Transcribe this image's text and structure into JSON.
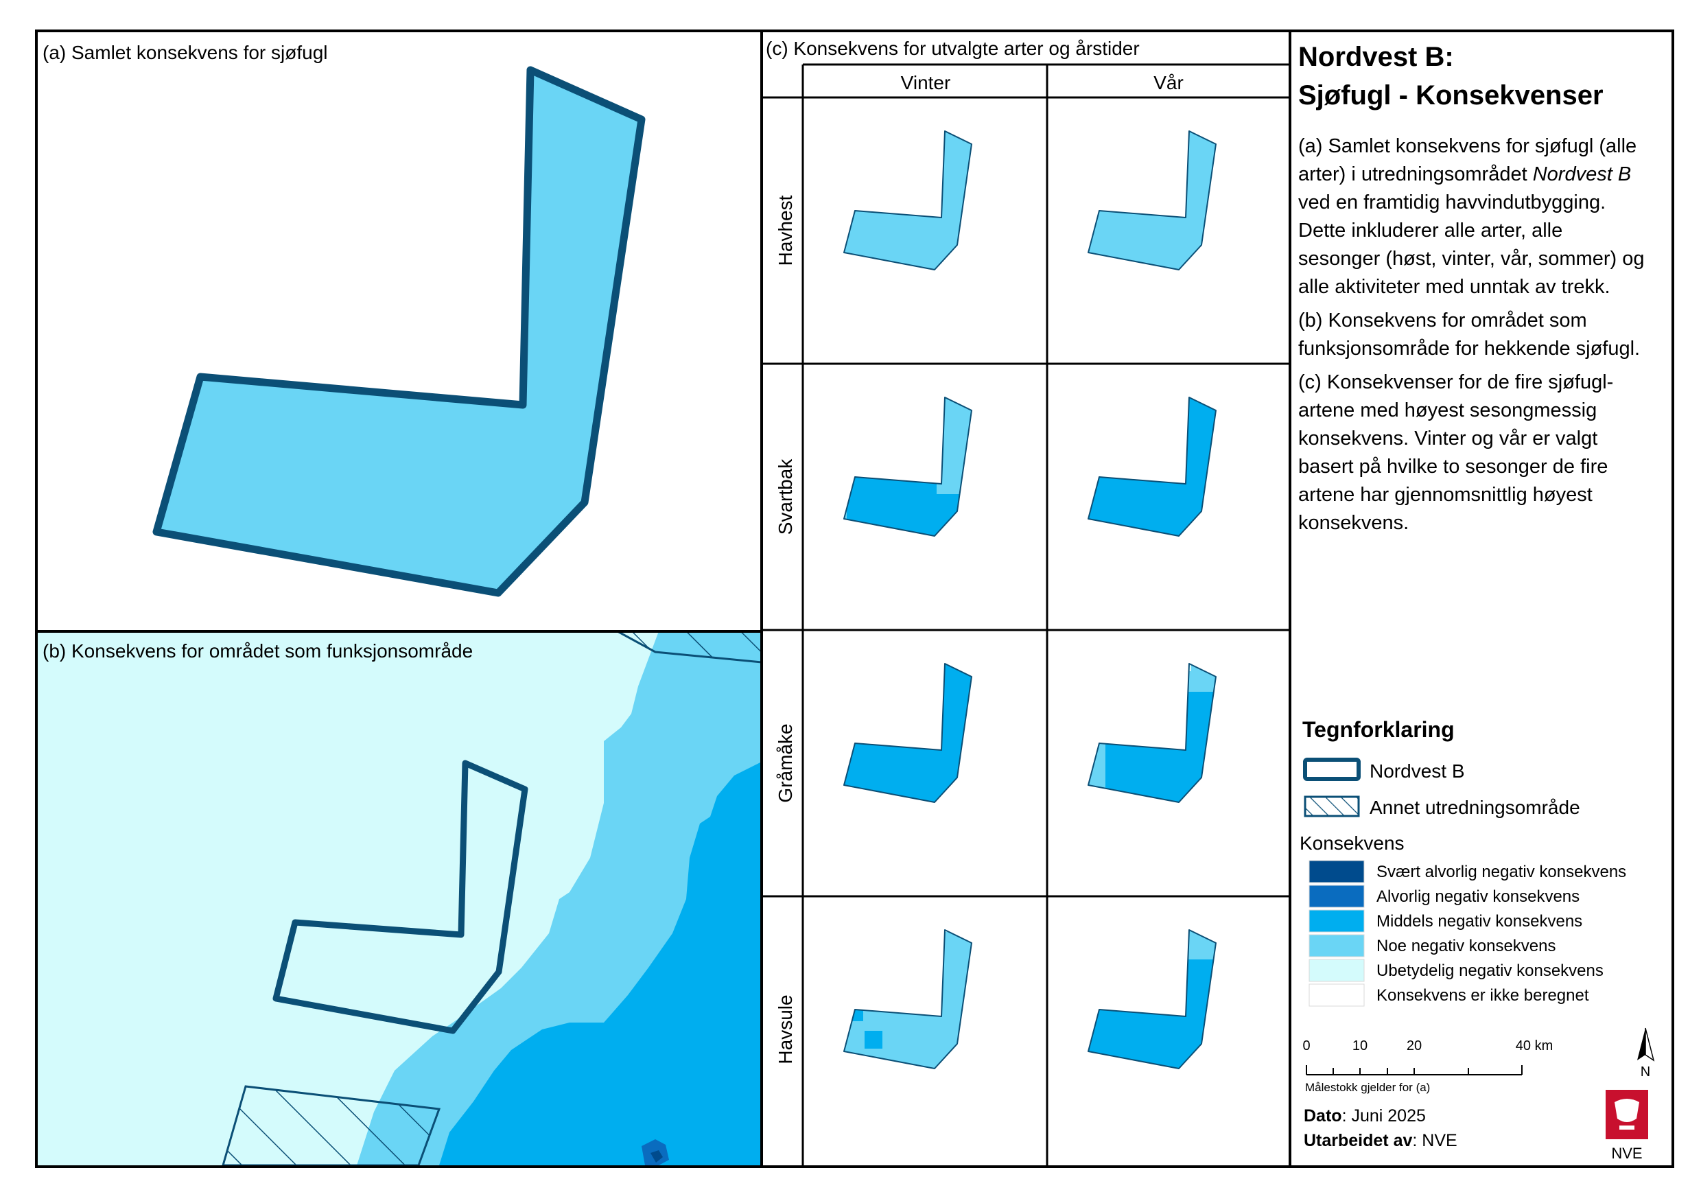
{
  "panel_a": {
    "title": "(a) Samlet konsekvens for sjøfugl"
  },
  "panel_b": {
    "title": "(b) Konsekvens for området som funksjonsområde"
  },
  "panel_c": {
    "title": "(c) Konsekvens for utvalgte arter og årstider",
    "columns": [
      "Vinter",
      "Vår"
    ],
    "rows": [
      "Havhest",
      "Svartbak",
      "Gråmåke",
      "Havsule"
    ]
  },
  "info": {
    "title_line1": "Nordvest B:",
    "title_line2": "Sjøfugl - Konsekvenser",
    "paragraph_a": [
      "(a) Samlet konsekvens for sjøfugl (alle",
      "arter) i utredningsområdet ",
      "Nordvest B",
      "ved en framtidig havvindutbygging.",
      "Dette inkluderer alle arter, alle",
      "sesonger (høst, vinter, vår, sommer) og",
      "alle aktiviteter med unntak av trekk."
    ],
    "paragraph_b": [
      "(b) Konsekvens for området som",
      "funksjonsområde for hekkende sjøfugl."
    ],
    "paragraph_c": [
      "(c) Konsekvenser for de fire sjøfugl-",
      "artene med høyest sesongmessig",
      "konsekvens. Vinter og vår er valgt",
      "basert på hvilke to sesonger de fire",
      "artene har gjennomsnittlig høyest",
      "konsekvens."
    ]
  },
  "legend": {
    "title": "Tegnforklaring",
    "area_nordvest": "Nordvest B",
    "area_other": "Annet utredningsområde",
    "konsekvens_title": "Konsekvens",
    "classes": [
      {
        "label": "Svært alvorlig negativ konsekvens",
        "color": "#004b8d"
      },
      {
        "label": "Alvorlig negativ konsekvens",
        "color": "#0a6cbf"
      },
      {
        "label": "Middels negativ konsekvens",
        "color": "#00aeef"
      },
      {
        "label": "Noe negativ konsekvens",
        "color": "#6ad5f5"
      },
      {
        "label": "Ubetydelig negativ konsekvens",
        "color": "#d4fbfc"
      },
      {
        "label": "Konsekvens er ikke beregnet",
        "color": "#ffffff"
      }
    ]
  },
  "scalebar": {
    "labels": [
      "0",
      "10",
      "20",
      "40 km"
    ],
    "note": "Målestokk gjelder for (a)"
  },
  "north_label": "N",
  "date_label": "Dato",
  "date_value": ": Juni 2025",
  "author_label": "Utarbeidet av",
  "author_value": ": NVE",
  "logo_text": "NVE",
  "colors": {
    "outline": "#0b4f76",
    "frame": "#000000"
  }
}
